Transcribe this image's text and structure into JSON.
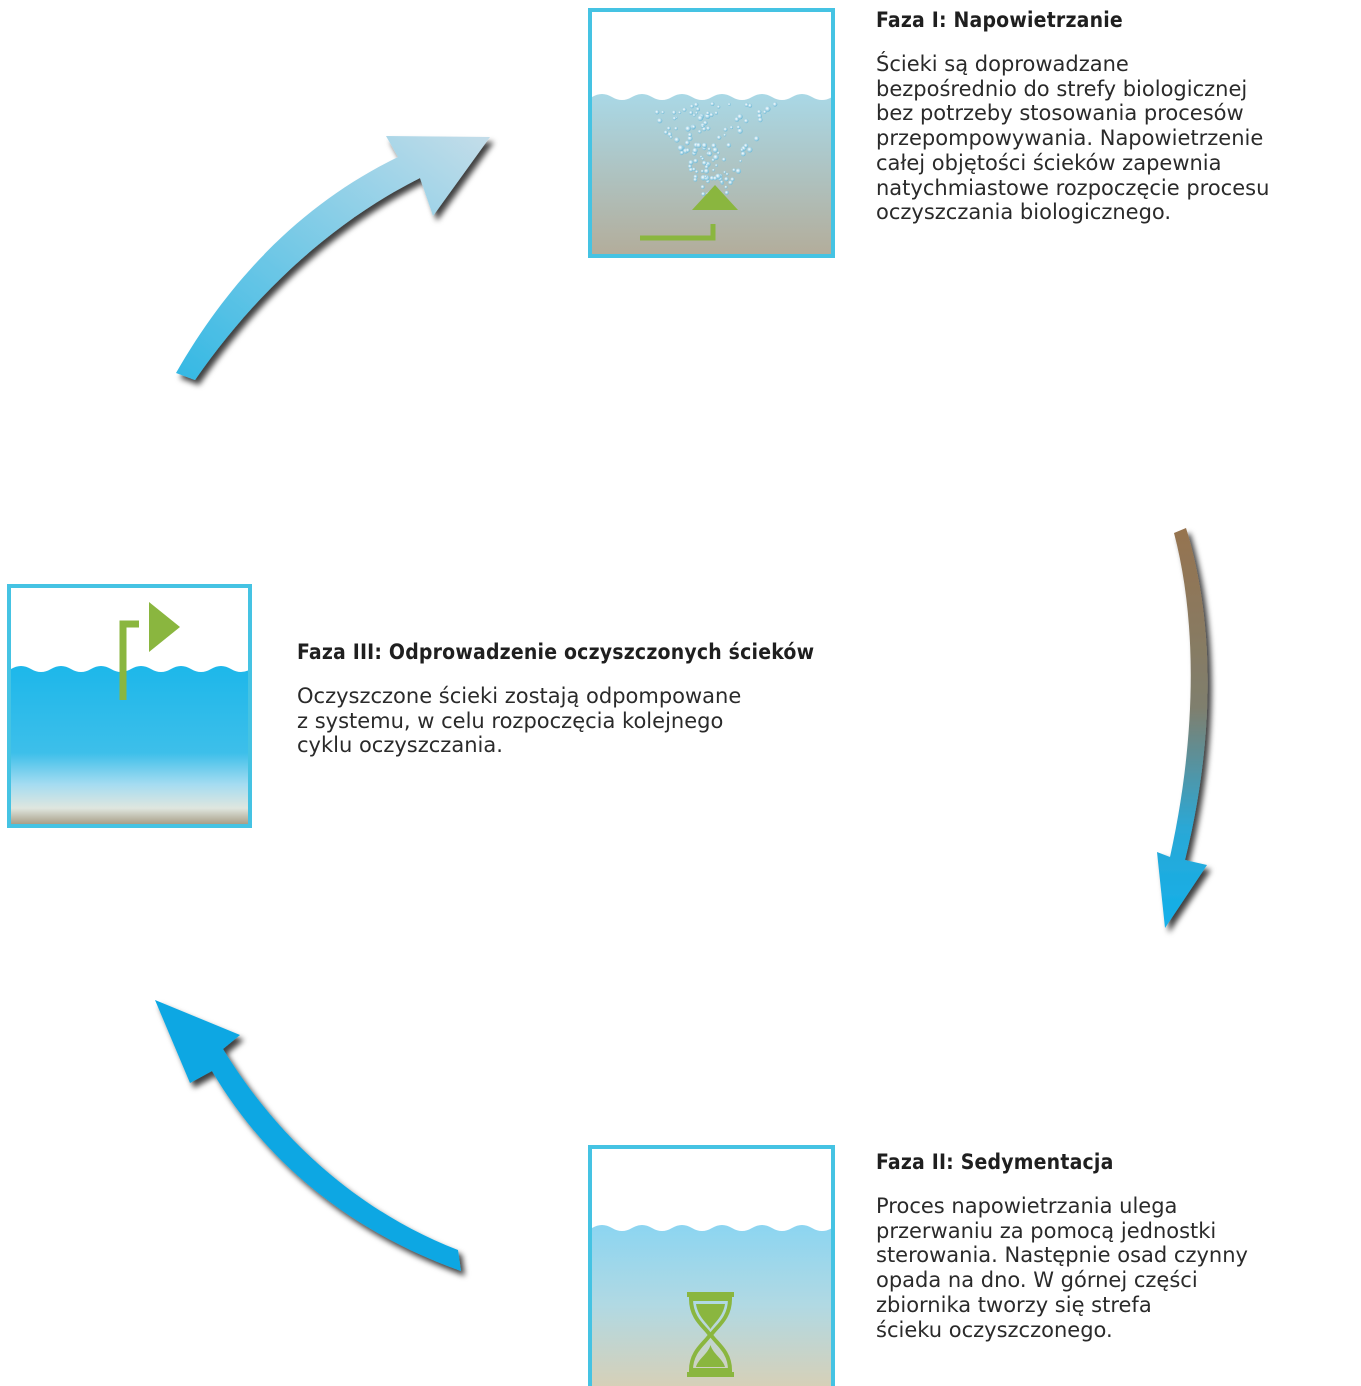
{
  "phases": {
    "phase1": {
      "title": "Faza I: Napowietrzanie",
      "lines": [
        "Ścieki są doprowadzane",
        "bezpośrednio do strefy biologicznej",
        "bez potrzeby stosowania procesów",
        "przepompowywania. Napowietrzenie",
        "całej objętości ścieków zapewnia",
        "natychmiastowe rozpoczęcie procesu",
        "oczyszczania biologicznego."
      ],
      "icon": "aeration-diffuser-icon"
    },
    "phase2": {
      "title": "Faza II: Sedymentacja",
      "lines": [
        "Proces napowietrzania ulega",
        "przerwaniu za pomocą jednostki",
        "sterowania. Następnie osad czynny",
        "opada na dno. W górnej części",
        "zbiornika tworzy się strefa",
        "ścieku oczyszczonego."
      ],
      "icon": "hourglass-icon"
    },
    "phase3": {
      "title": "Faza III: Odprowadzenie oczyszczonych ścieków",
      "lines": [
        "Oczyszczone ścieki zostają odpompowane",
        "z systemu, w celu rozpoczęcia kolejnego",
        "cyklu oczyszczania."
      ],
      "icon": "outlet-pipe-icon"
    }
  },
  "colors": {
    "tank_border": "#45c3e3",
    "icon_green": "#8ab63f",
    "water_blue": "#1ab3e6",
    "sludge_beige": "#c9c3ad"
  }
}
